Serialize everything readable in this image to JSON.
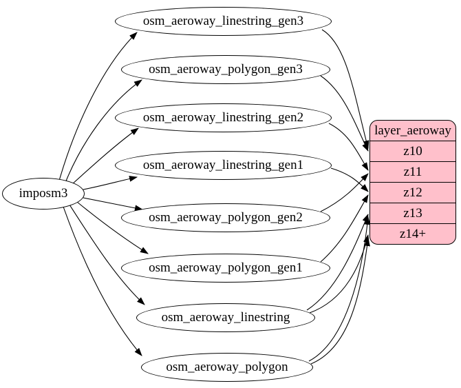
{
  "diagram": {
    "source": {
      "id": "imposm3",
      "label": "imposm3"
    },
    "tables": [
      {
        "id": "osm_aeroway_linestring_gen3",
        "label": "osm_aeroway_linestring_gen3"
      },
      {
        "id": "osm_aeroway_polygon_gen3",
        "label": "osm_aeroway_polygon_gen3"
      },
      {
        "id": "osm_aeroway_linestring_gen2",
        "label": "osm_aeroway_linestring_gen2"
      },
      {
        "id": "osm_aeroway_linestring_gen1",
        "label": "osm_aeroway_linestring_gen1"
      },
      {
        "id": "osm_aeroway_polygon_gen2",
        "label": "osm_aeroway_polygon_gen2"
      },
      {
        "id": "osm_aeroway_polygon_gen1",
        "label": "osm_aeroway_polygon_gen1"
      },
      {
        "id": "osm_aeroway_linestring",
        "label": "osm_aeroway_linestring"
      },
      {
        "id": "osm_aeroway_polygon",
        "label": "osm_aeroway_polygon"
      }
    ],
    "layer": {
      "title": "layer_aeroway",
      "rows": [
        {
          "id": "z10",
          "label": "z10"
        },
        {
          "id": "z11",
          "label": "z11"
        },
        {
          "id": "z12",
          "label": "z12"
        },
        {
          "id": "z13",
          "label": "z13"
        },
        {
          "id": "z14+",
          "label": "z14+"
        }
      ]
    },
    "edges": [
      {
        "from": "imposm3",
        "to": "osm_aeroway_linestring_gen3"
      },
      {
        "from": "imposm3",
        "to": "osm_aeroway_polygon_gen3"
      },
      {
        "from": "imposm3",
        "to": "osm_aeroway_linestring_gen2"
      },
      {
        "from": "imposm3",
        "to": "osm_aeroway_linestring_gen1"
      },
      {
        "from": "imposm3",
        "to": "osm_aeroway_polygon_gen2"
      },
      {
        "from": "imposm3",
        "to": "osm_aeroway_polygon_gen1"
      },
      {
        "from": "imposm3",
        "to": "osm_aeroway_linestring"
      },
      {
        "from": "imposm3",
        "to": "osm_aeroway_polygon"
      },
      {
        "from": "osm_aeroway_linestring_gen3",
        "to": "z10"
      },
      {
        "from": "osm_aeroway_polygon_gen3",
        "to": "z10"
      },
      {
        "from": "osm_aeroway_linestring_gen2",
        "to": "z11"
      },
      {
        "from": "osm_aeroway_linestring_gen1",
        "to": "z12"
      },
      {
        "from": "osm_aeroway_polygon_gen2",
        "to": "z11"
      },
      {
        "from": "osm_aeroway_polygon_gen1",
        "to": "z12"
      },
      {
        "from": "osm_aeroway_linestring",
        "to": "z13"
      },
      {
        "from": "osm_aeroway_linestring",
        "to": "z14+"
      },
      {
        "from": "osm_aeroway_polygon",
        "to": "z13"
      },
      {
        "from": "osm_aeroway_polygon",
        "to": "z14+"
      }
    ],
    "colors": {
      "edge": "#000000",
      "node_fill": "#ffffff",
      "node_stroke": "#000000",
      "record_fill": "#ffc0cb"
    }
  }
}
